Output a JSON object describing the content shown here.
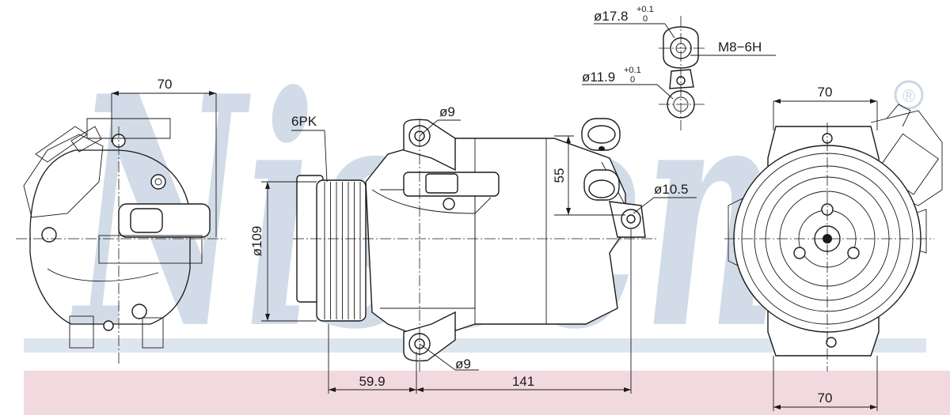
{
  "watermark": {
    "brand": "Nissens",
    "registered": "®"
  },
  "dimensions": {
    "left_width": "70",
    "right_width_top": "70",
    "right_width_bottom": "70",
    "belt": "6PK",
    "hole_top": "ø9",
    "hole_bottom": "ø9",
    "pulley_dia": "ø109",
    "height_55": "55",
    "mount_hole": "ø10.5",
    "length_59": "59.9",
    "length_141": "141",
    "port_large_base": "ø17.8",
    "port_large_tol_top": "+0.1",
    "port_large_tol_bottom": "0",
    "port_small_base": "ø11.9",
    "port_small_tol_top": "+0.1",
    "port_small_tol_bottom": "0",
    "thread": "M8−6H"
  },
  "colors": {
    "watermark": "#cbd7e4",
    "band_pink": "#f2d9df",
    "band_blue": "#dde6ef",
    "line": "#1a1a1a"
  }
}
